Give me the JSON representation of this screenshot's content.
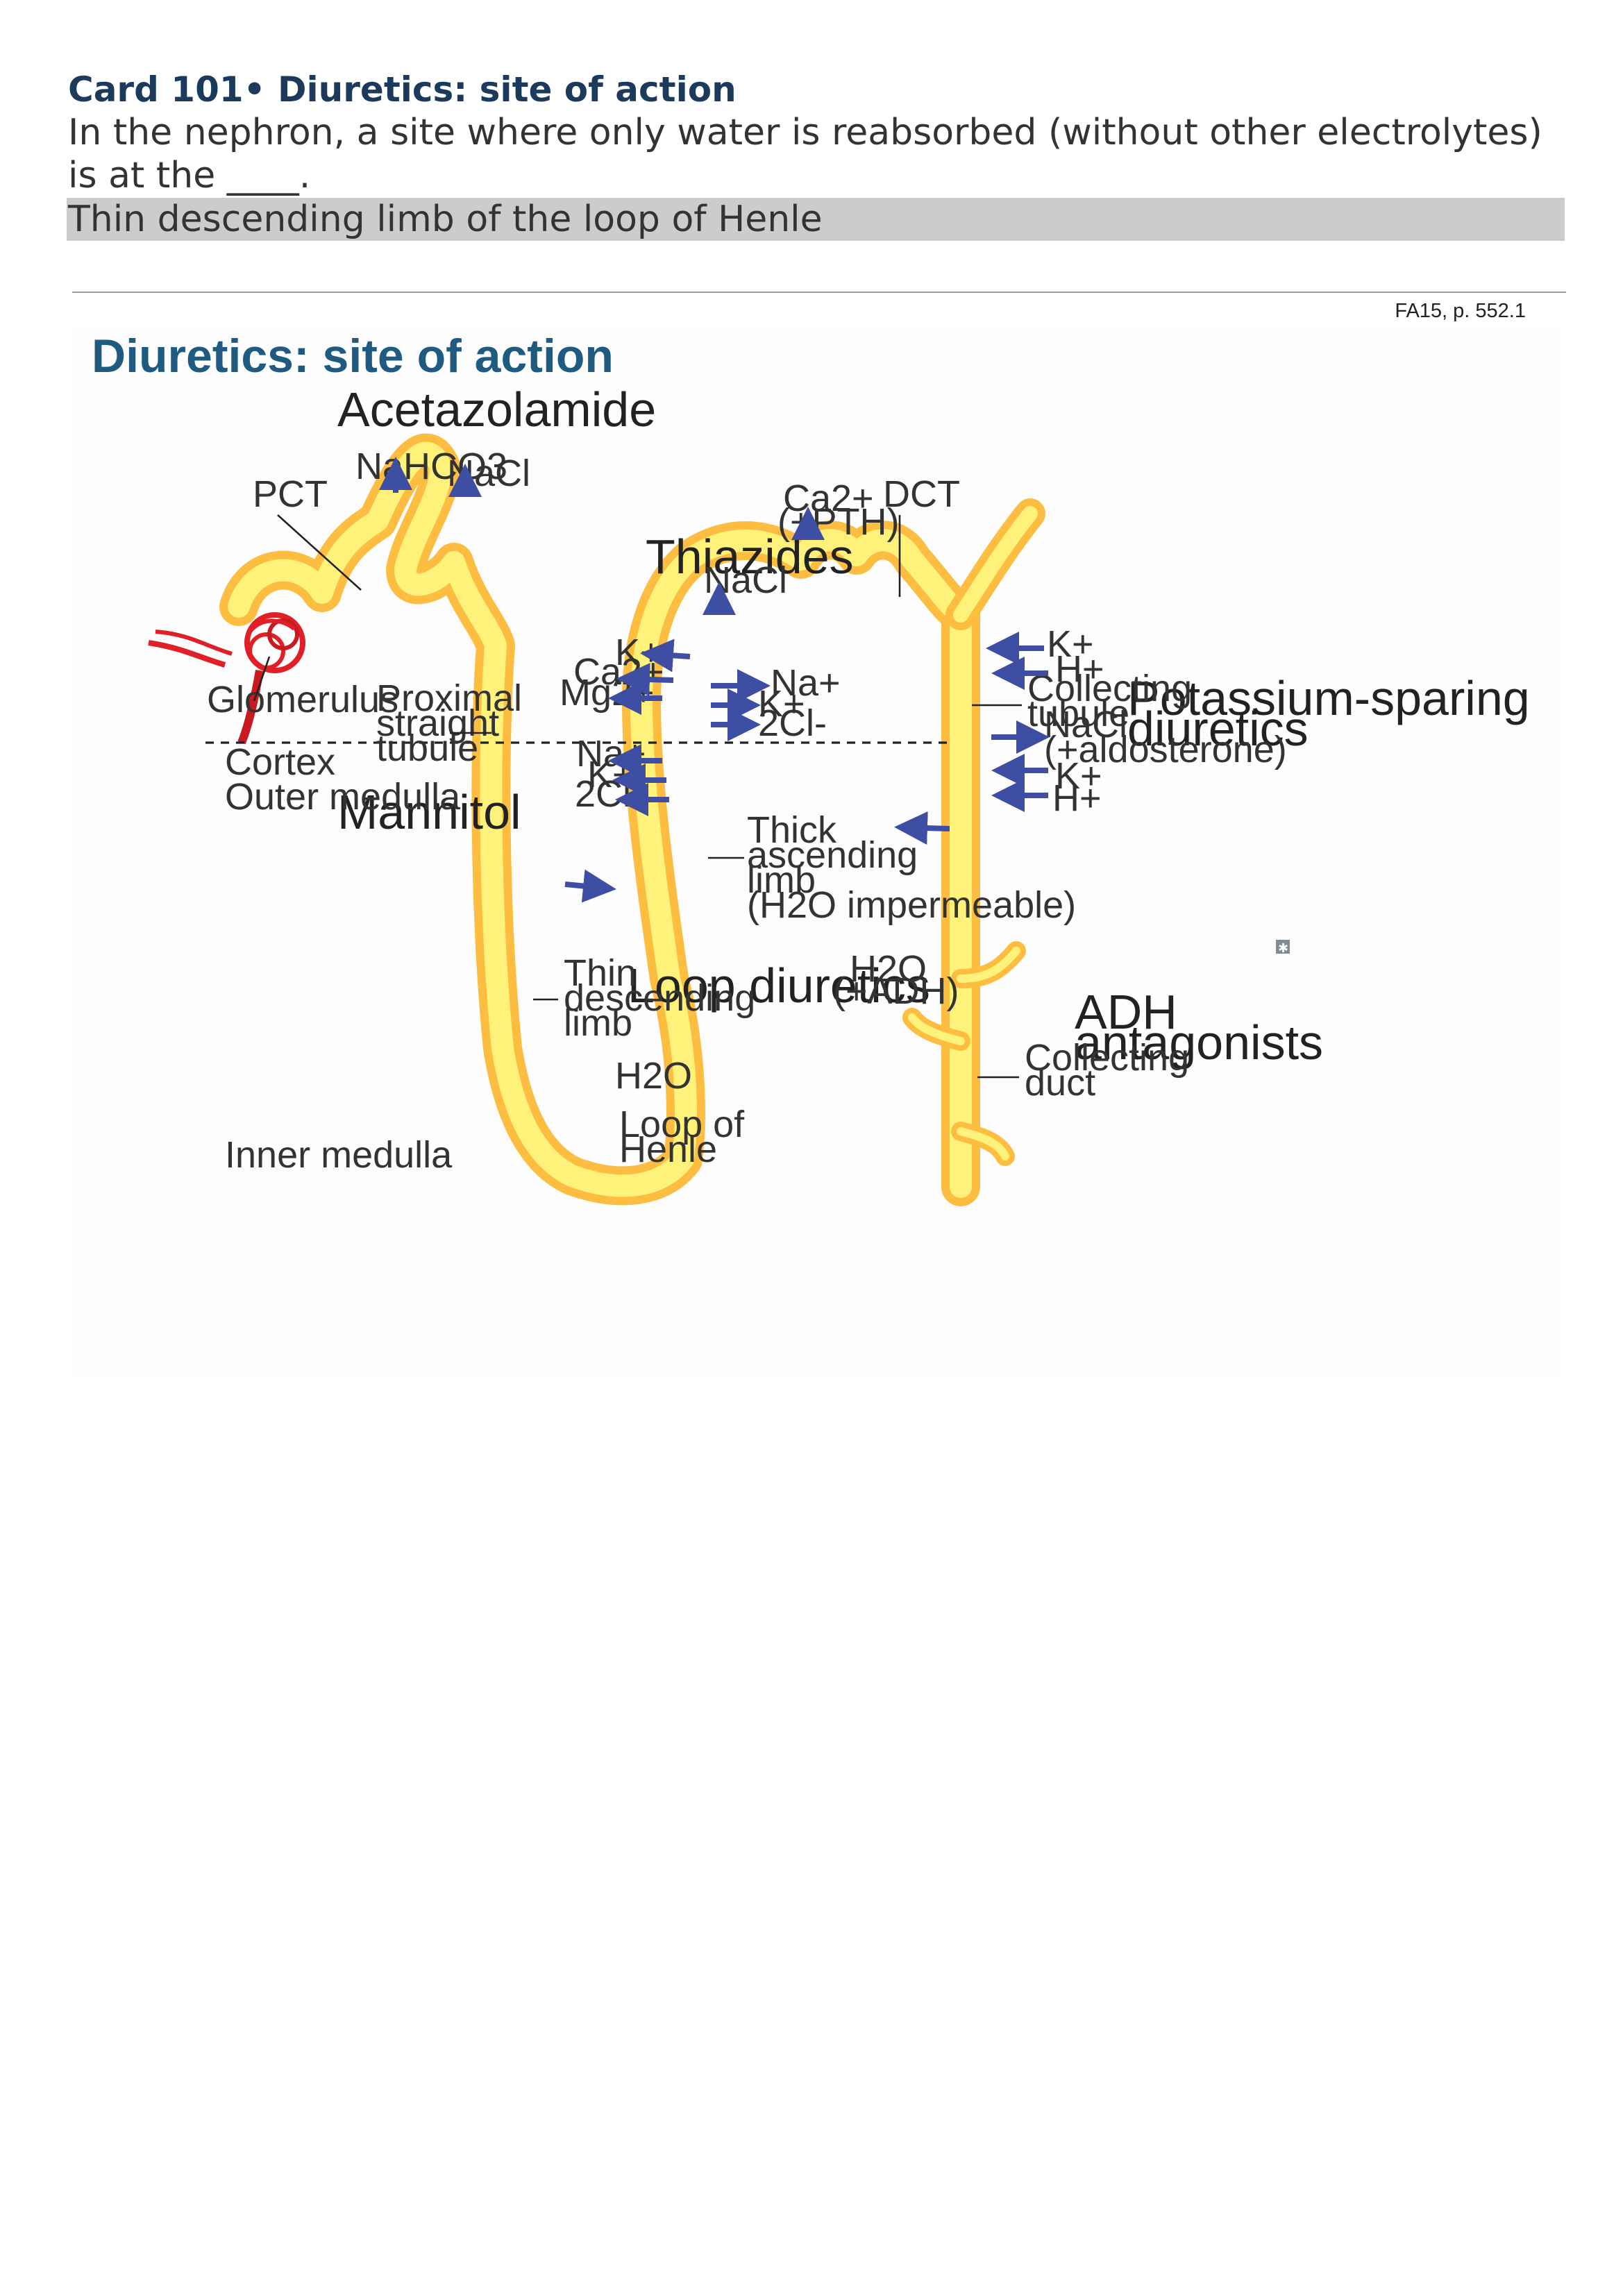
{
  "card": {
    "title": "Card 101• Diuretics: site of action",
    "question_line1": "In the nephron, a site where only water is reabsorbed (without other electrolytes)",
    "question_line2": "is at the ____.",
    "answer": "Thin descending limb of the loop of Henle"
  },
  "source_ref": "FA15, p. 552.1",
  "figure": {
    "title": "Diuretics: site of action",
    "drugs": {
      "acetazolamide": "Acetazolamide",
      "thiazides": "Thiazides",
      "mannitol": "Mannitol",
      "loop_diuretics": "Loop diuretics",
      "potassium_sparing_1": "Potassium-sparing",
      "potassium_sparing_2": "diuretics",
      "adh_antagonists_1": "ADH",
      "adh_antagonists_2": "antagonists"
    },
    "structures": {
      "pct": "PCT",
      "dct": "DCT",
      "glomerulus": "Glomerulus",
      "proximal_straight_1": "Proximal",
      "proximal_straight_2": "straight",
      "proximal_straight_3": "tubule",
      "cortex": "Cortex",
      "outer_medulla": "Outer medulla",
      "inner_medulla": "Inner medulla",
      "thin_desc_1": "Thin",
      "thin_desc_2": "descending",
      "thin_desc_3": "limb",
      "thick_asc_1": "Thick",
      "thick_asc_2": "ascending",
      "thick_asc_3": "limb",
      "thick_asc_4": "(H2O impermeable)",
      "loop_henle_1": "Loop of",
      "loop_henle_2": "Henle",
      "collecting_tubule_1": "Collecting",
      "collecting_tubule_2": "tubule",
      "collecting_duct_1": "Collecting",
      "collecting_duct_2": "duct"
    },
    "ions": {
      "nahco3": "NaHCO3",
      "nacl_pct": "NaCl",
      "nacl_dct": "NaCl",
      "ca_dct": "Ca2+",
      "pth": "(+PTH)",
      "k_tal": "K+",
      "ca_tal": "Ca2+",
      "mg_tal": "Mg2+",
      "na_tal_out": "Na+",
      "k_tal_out": "K+",
      "cl_tal_out": "2Cl-",
      "na_med": "Na+",
      "k_med": "K+",
      "cl_med": "2Cl-",
      "k_ct1": "K+",
      "h_ct1": "H+",
      "nacl_ct": "NaCl",
      "aldosterone": "(+aldosterone)",
      "k_ct2": "K+",
      "h_ct2": "H+",
      "h2o_cd": "H2O",
      "adh": "(+ADH)",
      "h2o_thin": "H2O"
    },
    "colors": {
      "tubule_outer": "#fdbd41",
      "tubule_inner": "#fff27a",
      "arrow": "#3e4fa3",
      "glomerulus": "#e01f26",
      "title": "#1f5a80"
    }
  }
}
